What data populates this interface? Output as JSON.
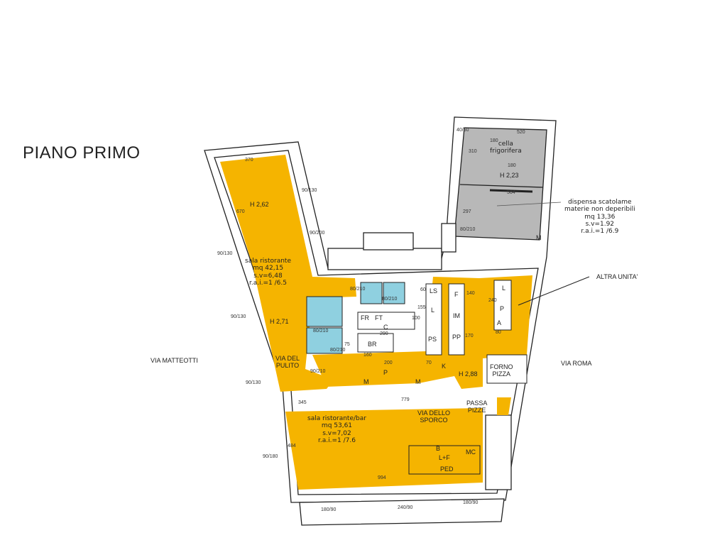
{
  "title": "PIANO PRIMO",
  "streets": {
    "left": "VIA MATTEOTTI",
    "right": "VIA ROMA"
  },
  "colors": {
    "room_fill": "#f5b400",
    "cold_fill": "#b8b8b8",
    "bath_fill": "#8fd0e0",
    "wall": "#222222"
  },
  "rooms": {
    "sala1": {
      "name": "sala ristorante",
      "area": "mq 42,15",
      "sv": "s.v=6,48",
      "rai": "r.a.i.=1 /6.5",
      "h_top": "H 2,62",
      "h_bottom": "H 2,71"
    },
    "sala2": {
      "name": "sala ristorante/bar",
      "area": "mq 53,61",
      "sv": "s.v=7,02",
      "rai": "r.a.i.=1 /7.6"
    },
    "cella": {
      "name1": "cella",
      "name2": "frigorifera",
      "h": "H 2,23"
    },
    "dispensa": {
      "line1": "dispensa scatolame",
      "line2": "materie non deperibili",
      "area": "mq 13,36",
      "sv": "s.v=1.92",
      "rai": "r.a.i.=1 /6.9"
    },
    "kitchen_h": "H 2,88",
    "altra": "ALTRA UNITA'",
    "forno": [
      "FORNO",
      "PIZZA"
    ],
    "passa": [
      "PASSA",
      "PIZZE"
    ],
    "via_pulito": [
      "VIA DEL",
      "PULITO"
    ],
    "via_sporco": [
      "VIA DELLO",
      "SPORCO"
    ]
  },
  "equipment": [
    "LS",
    "L",
    "PS",
    "F",
    "IM",
    "PP",
    "L",
    "P",
    "A",
    "FR",
    "FT",
    "C",
    "BR",
    "P",
    "M",
    "M",
    "K",
    "B",
    "MC",
    "L+F",
    "PED",
    "M"
  ],
  "dimensions": [
    "370",
    "90/130",
    "90/200",
    "90/130",
    "90/130",
    "90/130",
    "670",
    "80/210",
    "80/210",
    "80/210",
    "80/210",
    "90/210",
    "290",
    "160",
    "200",
    "75",
    "345",
    "779",
    "994",
    "484",
    "90/180",
    "180/90",
    "240/90",
    "180/90",
    "520",
    "180",
    "180",
    "504",
    "310",
    "297",
    "80/210",
    "40/50",
    "240",
    "140",
    "170",
    "80",
    "60",
    "155",
    "100",
    "70"
  ]
}
